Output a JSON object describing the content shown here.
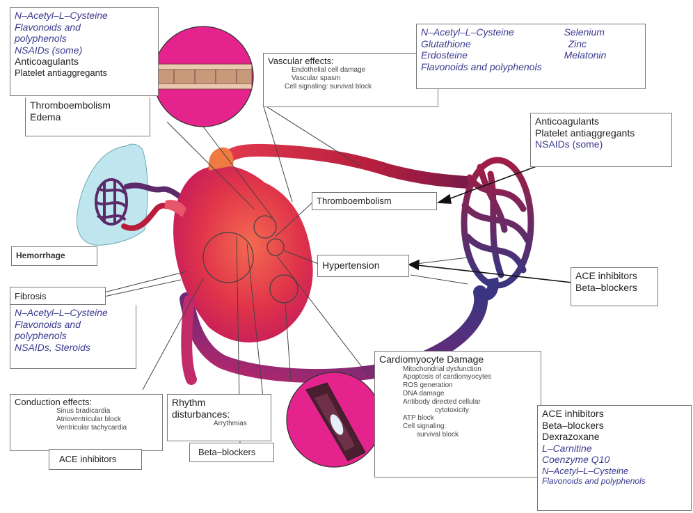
{
  "topleft_drugs": [
    "N–Acetyl–L–Cysteine",
    "Flavonoids and",
    "polyphenols",
    "NSAIDs (some)"
  ],
  "topleft_plain": [
    "Anticoagulants",
    "Platelet antiaggregants"
  ],
  "thrombo_edema": [
    "Thromboembolism",
    "Edema"
  ],
  "vascular": {
    "title": "Vascular effects:",
    "items": [
      "Endothelial cell damage",
      "Vascular spasm",
      "Cell signaling: survival block"
    ]
  },
  "antioxidants": {
    "col1": [
      "N–Acetyl–L–Cysteine",
      "Glutathione",
      "Erdosteine",
      "Flavonoids and polyphenols"
    ],
    "col2": [
      "Selenium",
      "Zinc",
      "Melatonin"
    ]
  },
  "anticoag_right": {
    "plain": [
      "Anticoagulants",
      "Platelet antiaggregants"
    ],
    "drug": "NSAIDs (some)"
  },
  "thromboembolism_label": "Thromboembolism",
  "hemorrhage_label": "Hemorrhage",
  "hypertension_label": "Hypertension",
  "ace_beta": [
    "ACE inhibitors",
    "Beta–blockers"
  ],
  "fibrosis": {
    "title": "Fibrosis",
    "drugs": [
      "N–Acetyl–L–Cysteine",
      "Flavonoids and",
      "polyphenols",
      "NSAIDs, Steroids"
    ]
  },
  "conduction": {
    "title": "Conduction effects:",
    "items": [
      "Sinus bradicardia",
      "Atrioventricular block",
      "Ventricular tachycardia"
    ],
    "treatment": "ACE inhibitors"
  },
  "rhythm": {
    "title": [
      "Rhythm",
      "disturbances:"
    ],
    "item": "Arrythmias",
    "treatment": "Beta–blockers"
  },
  "cardiomyocyte": {
    "title": "Cardiomyocyte Damage",
    "items": [
      "Mitochondrial dysfunction",
      "Apoptosis of cardiomyocytes",
      "ROS generation",
      "DNA damage",
      "Antibody directed cellular",
      "cytotoxicity",
      "ATP block",
      "Cell signaling:",
      "survival block"
    ]
  },
  "cardio_treat": {
    "plain": [
      "ACE inhibitors",
      "Beta–blockers",
      "Dexrazoxane"
    ],
    "drugs": [
      "L–Carnitine",
      "Coenzyme Q10",
      "N–Acetyl–L–Cysteine",
      "Flavonoids and polyphenols"
    ]
  },
  "colors": {
    "drug_text": "#3b3a8f",
    "magenta": "#e4238c",
    "heart_red": "#e0344a",
    "artery_red": "#b81e3c",
    "vein_blue": "#3a3580",
    "lung": "#bfe6ee"
  }
}
